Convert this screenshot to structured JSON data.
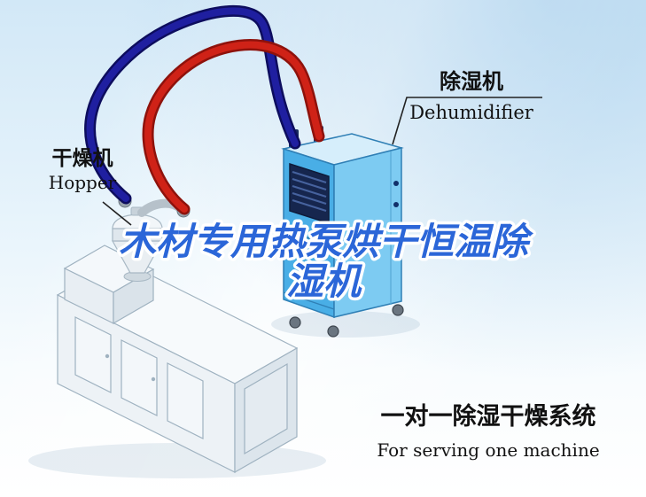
{
  "title": {
    "line1": "木材专用热泵烘干恒温除",
    "line2": "湿机"
  },
  "callouts": {
    "hopper": {
      "zh": "干燥机",
      "en": "Hopper"
    },
    "dehumidifier": {
      "zh": "除湿机",
      "en": "Dehumidifier"
    }
  },
  "caption": {
    "zh": "一对一除湿干燥系统",
    "en": "For serving one machine"
  },
  "colors": {
    "title_blue": "#2b66d8",
    "pipe_red": "#cf2217",
    "pipe_red_dark": "#8e120c",
    "pipe_blue": "#1f1fa0",
    "pipe_blue_dark": "#0d0d5e",
    "cabinet_front": "#49aee6",
    "cabinet_side": "#7dcbf2",
    "cabinet_top": "#d6eefb",
    "grille_dark": "#16264e",
    "text_black": "#111111"
  }
}
